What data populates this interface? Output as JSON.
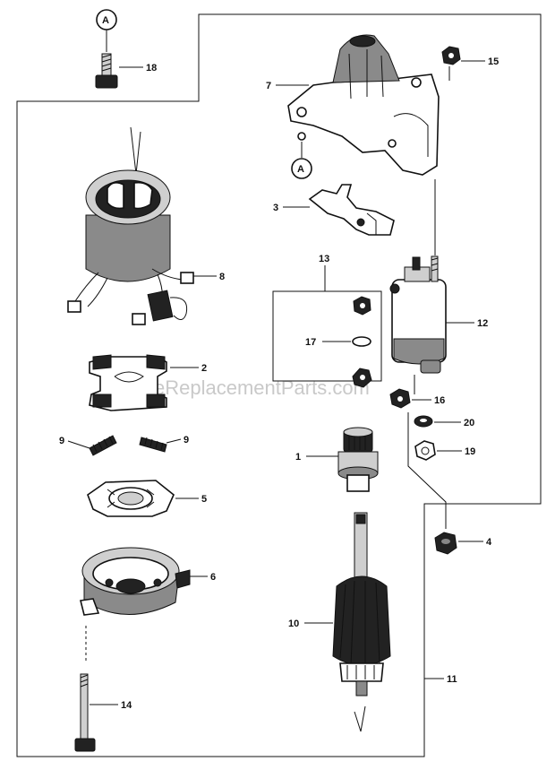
{
  "ref_marker": "A",
  "watermark": "eReplacementParts.com",
  "callouts": {
    "p1": "1",
    "p2": "2",
    "p3": "3",
    "p4": "4",
    "p5": "5",
    "p6": "6",
    "p7": "7",
    "p8": "8",
    "p9a": "9",
    "p9b": "9",
    "p10": "10",
    "p11": "11",
    "p12": "12",
    "p13": "13",
    "p14": "14",
    "p15": "15",
    "p16": "16",
    "p17": "17",
    "p18": "18",
    "p19": "19",
    "p20": "20"
  }
}
